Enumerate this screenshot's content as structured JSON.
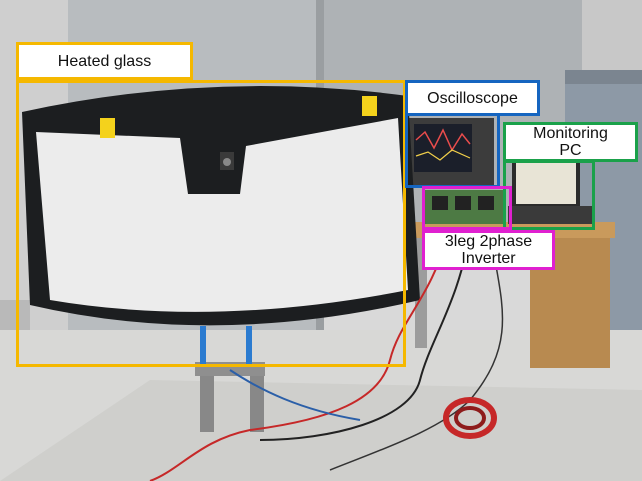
{
  "labels": {
    "heated_glass": "Heated glass",
    "oscilloscope": "Oscilloscope",
    "monitoring_pc": "Monitoring\nPC",
    "inverter": "3leg 2phase\nInverter"
  },
  "colors": {
    "heated_glass": "#f5b800",
    "oscilloscope": "#1565c0",
    "monitoring_pc": "#1aa14a",
    "inverter": "#e020d0"
  }
}
